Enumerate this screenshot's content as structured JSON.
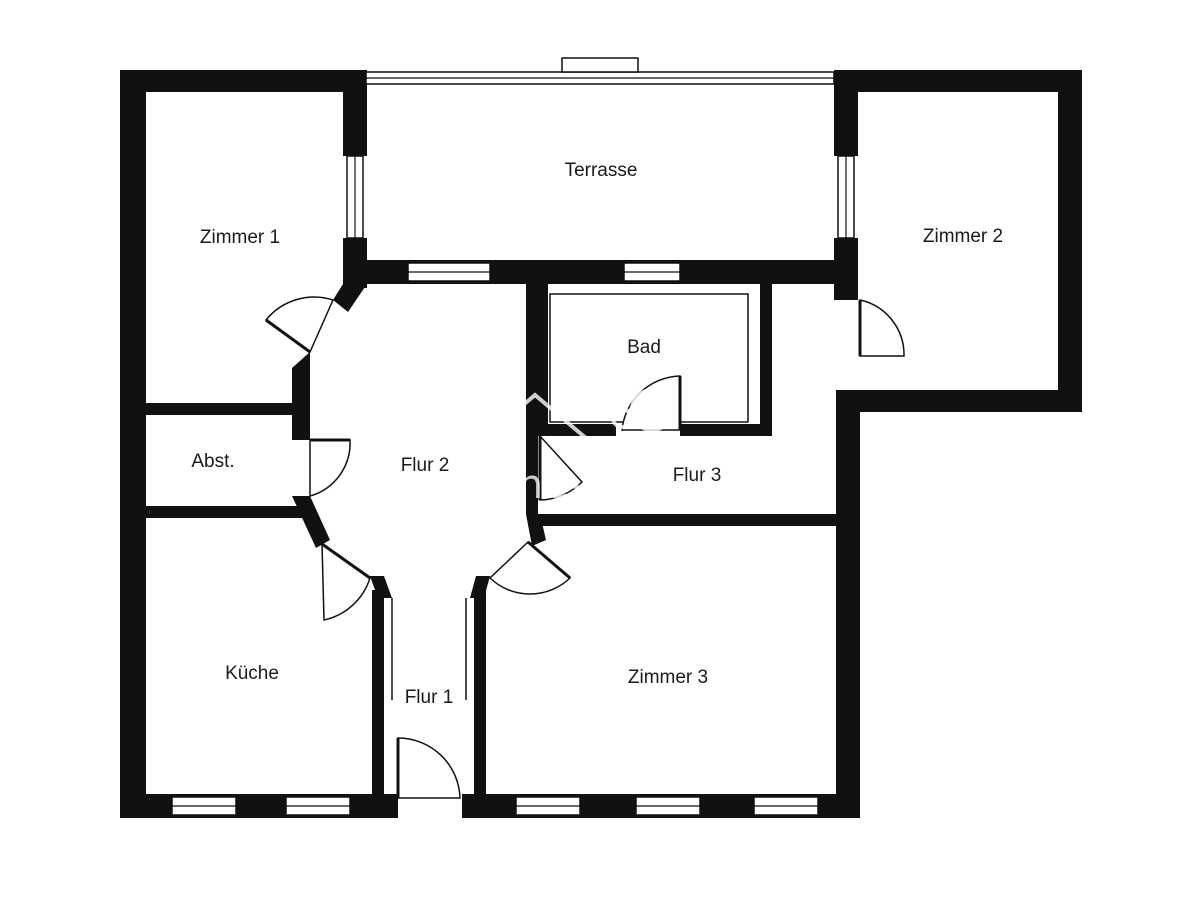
{
  "plan": {
    "rooms": [
      {
        "id": "zimmer-1",
        "label": "Zimmer 1"
      },
      {
        "id": "terrasse",
        "label": "Terrasse"
      },
      {
        "id": "zimmer-2",
        "label": "Zimmer 2"
      },
      {
        "id": "bad",
        "label": "Bad"
      },
      {
        "id": "abst",
        "label": "Abst."
      },
      {
        "id": "flur-2",
        "label": "Flur 2"
      },
      {
        "id": "flur-3",
        "label": "Flur 3"
      },
      {
        "id": "kueche",
        "label": "Küche"
      },
      {
        "id": "flur-1",
        "label": "Flur 1"
      },
      {
        "id": "zimmer-3",
        "label": "Zimmer 3"
      }
    ],
    "watermark": {
      "text": "ohne-makler",
      "icon": "house-tree-icon"
    },
    "colors": {
      "wall": "#111111",
      "background": "#ffffff",
      "text": "#1a1a1a"
    }
  }
}
